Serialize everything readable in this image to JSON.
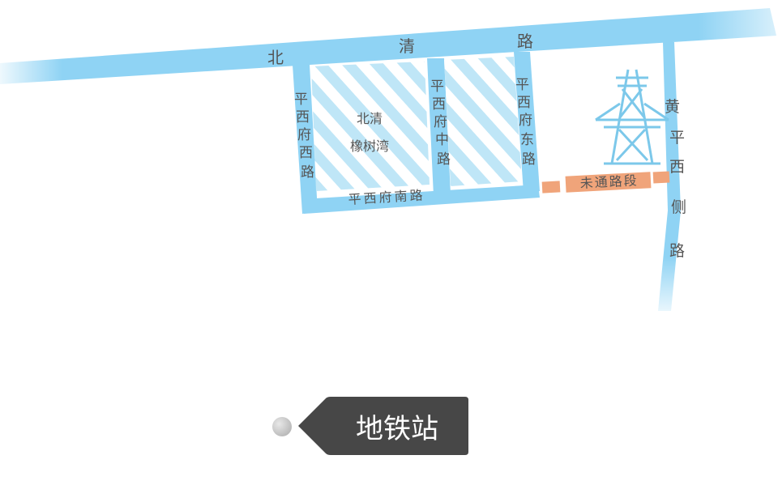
{
  "colors": {
    "road": "#8fd3f4",
    "road_fade": "#c9ebf9",
    "hatch": "#bfe6f7",
    "blocked": "#f0a47a",
    "tower": "#7cc8ea",
    "tag_bg": "#474747",
    "label": "#555555"
  },
  "roads": {
    "north": {
      "chars": [
        "北",
        "清",
        "路"
      ]
    },
    "west": {
      "chars": [
        "平",
        "西",
        "府",
        "西",
        "路"
      ]
    },
    "middle": {
      "chars": [
        "平",
        "西",
        "府",
        "中",
        "路"
      ]
    },
    "east": {
      "chars": [
        "平",
        "西",
        "府",
        "东",
        "路"
      ]
    },
    "south": {
      "label": "平西府南路"
    },
    "right": {
      "chars": [
        "黄",
        "平",
        "西",
        "侧",
        "路"
      ]
    },
    "blocked": {
      "label": "未通路段"
    }
  },
  "areas": {
    "community": {
      "line1": "北清",
      "line2": "橡树湾"
    }
  },
  "icons": {
    "tower": "power-tower-icon"
  },
  "metro": {
    "label": "地铁站"
  }
}
